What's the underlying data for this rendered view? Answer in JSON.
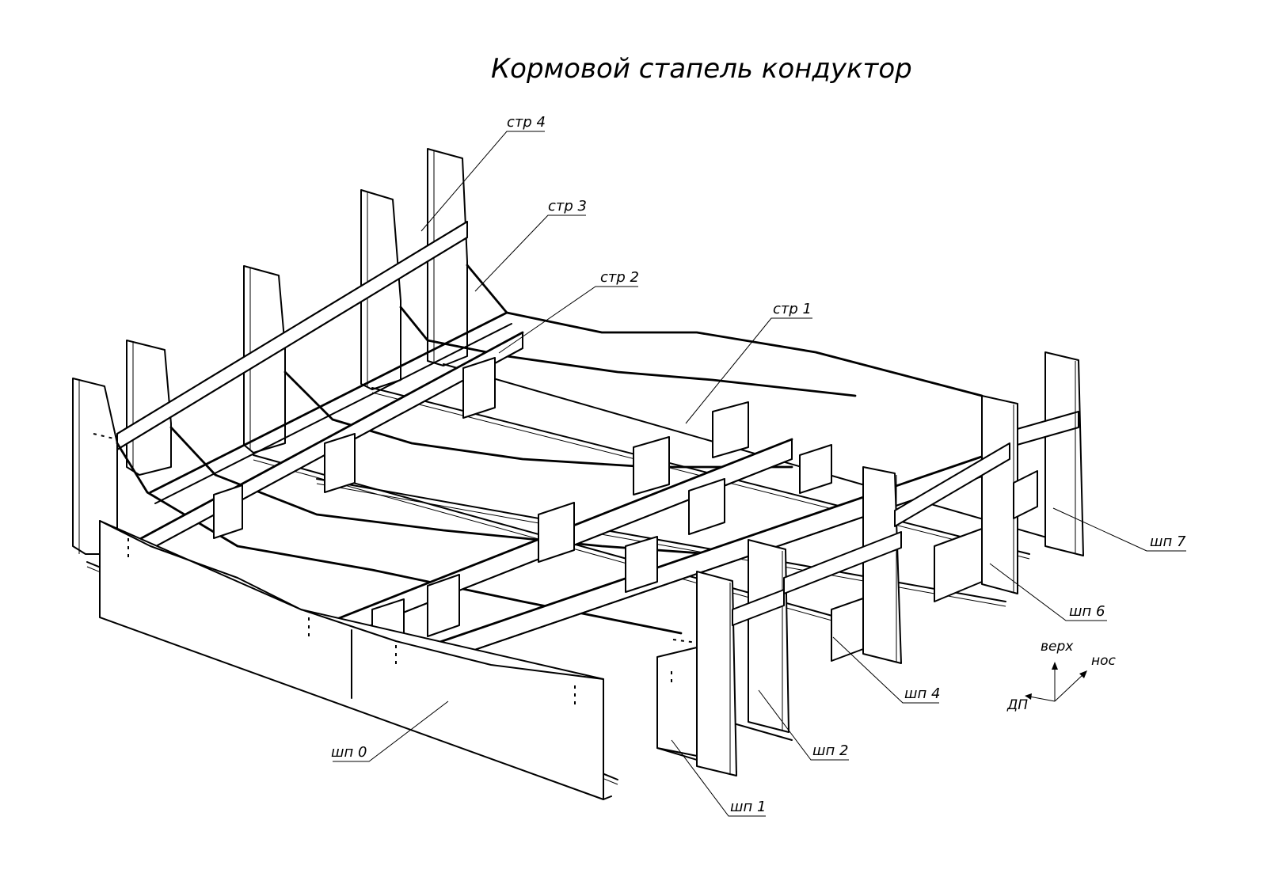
{
  "title": "Кормовой стапель кондуктор",
  "stringer_labels": {
    "str4": "стр 4",
    "str3": "стр 3",
    "str2": "стр 2",
    "str1": "стр 1"
  },
  "frame_labels": {
    "sp0": "шп 0",
    "sp1": "шп 1",
    "sp2": "шп 2",
    "sp4": "шп 4",
    "sp6": "шп 6",
    "sp7": "шп 7"
  },
  "axes": {
    "up": "верх",
    "bow": "нос",
    "centerline": "ДП"
  }
}
